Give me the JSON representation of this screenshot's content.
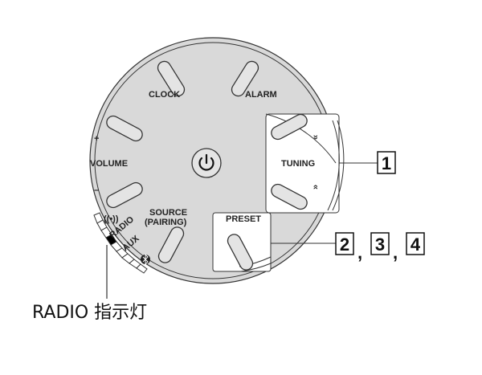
{
  "labels": {
    "clock": "CLOCK",
    "alarm": "ALARM",
    "volume": "VOLUME",
    "volume_plus": "+",
    "volume_minus": "–",
    "tuning": "TUNING",
    "tuning_up": "«",
    "tuning_down": "»",
    "source": "SOURCE",
    "pairing": "(PAIRING)",
    "preset": "PRESET",
    "radio": "RADIO",
    "aux": "AUX",
    "radio_symbol": "((•))"
  },
  "callouts": [
    "1",
    "2",
    "3",
    "4"
  ],
  "separators": [
    ",",
    ","
  ],
  "caption": "RADIO 指示灯",
  "colors": {
    "panel": "#d9d9d9",
    "pill": "#e4e4e4",
    "line": "#333333",
    "indicator_on": "#000000"
  }
}
